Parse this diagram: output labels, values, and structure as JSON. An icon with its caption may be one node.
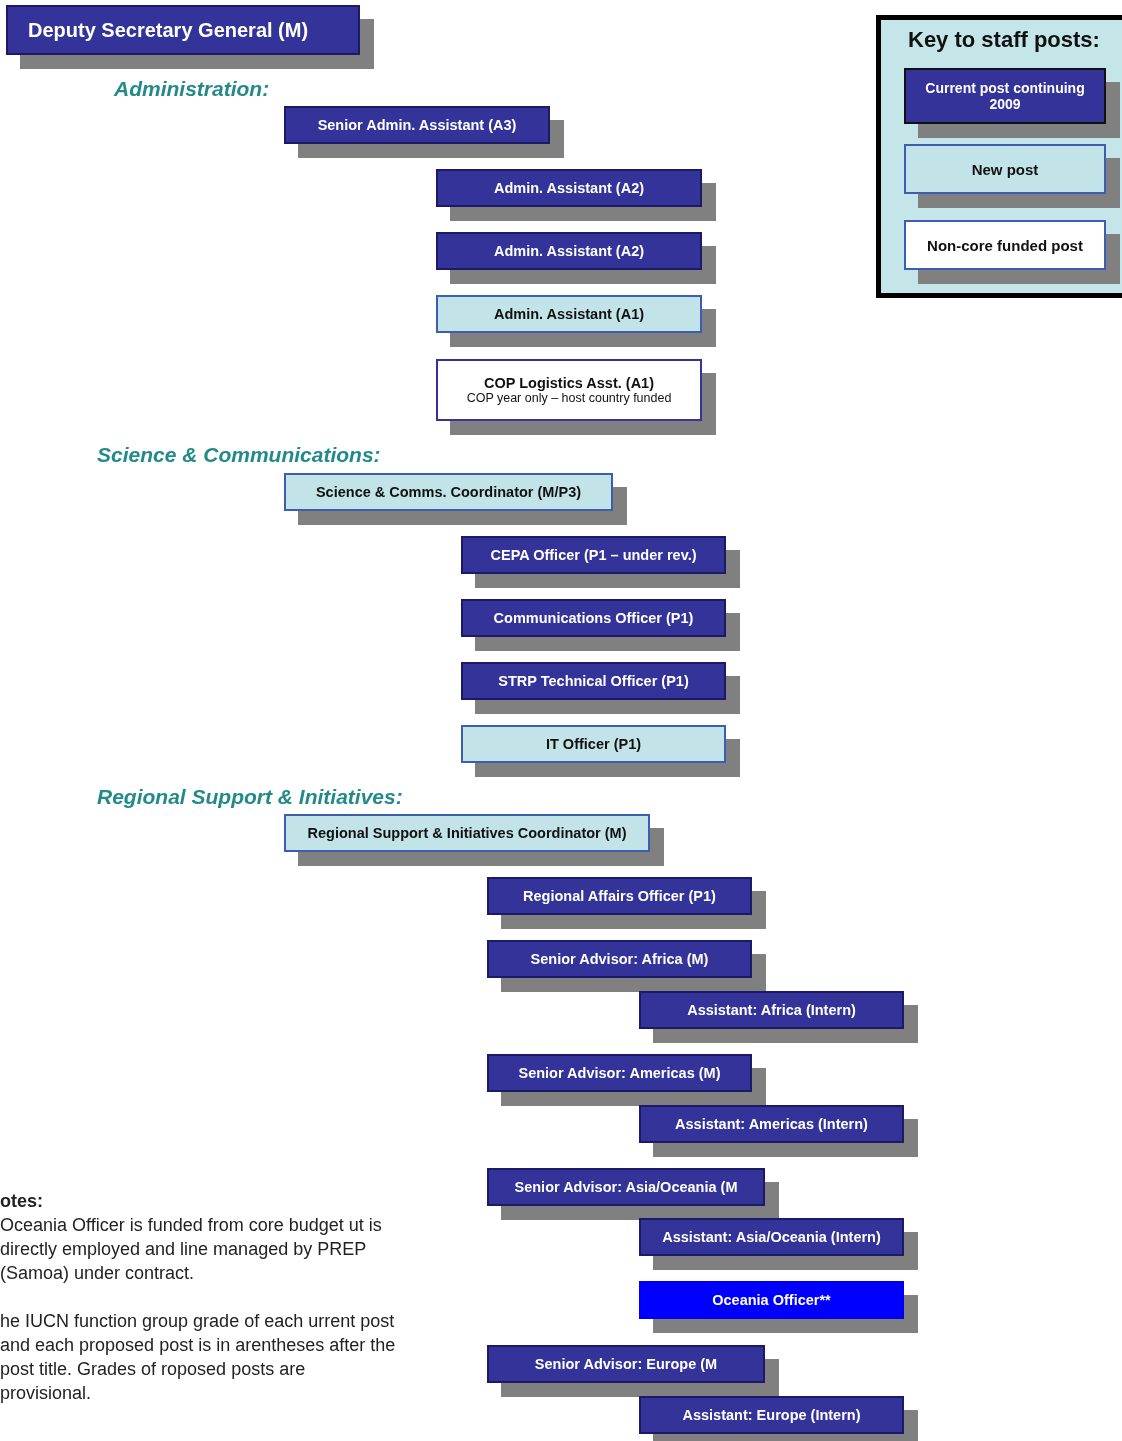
{
  "diagram": {
    "nodes": [
      {
        "text": [
          "Deputy Secretary General (M)"
        ]
      },
      {
        "text": [
          "Senior Admin. Assistant (A3)"
        ]
      },
      {
        "text": [
          "Admin. Assistant (A2)"
        ]
      },
      {
        "text": [
          "Admin. Assistant (A2)"
        ]
      },
      {
        "text": [
          "Admin. Assistant (A1)"
        ]
      },
      {
        "text": [
          "COP Logistics Asst. (A1)",
          "COP year  only – host country funded"
        ]
      },
      {
        "text": [
          "Science & Comms. Coordinator (M/P3)"
        ]
      },
      {
        "text": [
          "CEPA Officer (P1 – under rev.)"
        ]
      },
      {
        "text": [
          "Communications Officer (P1)"
        ]
      },
      {
        "text": [
          "STRP Technical Officer (P1)"
        ]
      },
      {
        "text": [
          "IT Officer (P1)"
        ]
      },
      {
        "text": [
          "Regional Support & Initiatives Coordinator (M)"
        ]
      },
      {
        "text": [
          "Regional Affairs Officer (P1)"
        ]
      },
      {
        "text": [
          "Senior Advisor: Africa (M)"
        ]
      },
      {
        "text": [
          "Assistant: Africa (Intern)"
        ]
      },
      {
        "text": [
          "Senior Advisor: Americas (M)"
        ]
      },
      {
        "text": [
          "Assistant: Americas (Intern)"
        ]
      },
      {
        "text": [
          "Senior Advisor: Asia/Oceania (M"
        ]
      },
      {
        "text": [
          "Assistant: Asia/Oceania (Intern)"
        ]
      },
      {
        "text": [
          "Oceania Officer**"
        ]
      },
      {
        "text": [
          "Senior Advisor: Europe (M"
        ]
      },
      {
        "text": [
          "Assistant: Europe (Intern)"
        ]
      }
    ],
    "labels": [
      "Key to staff posts:",
      "Administration:",
      "Science & Communications:",
      "Regional Support & Initiatives:",
      "otes:",
      "Oceania Officer is funded from core budget ut is directly employed and line managed by PREP (Samoa) under contract.",
      "he IUCN function group grade of each urrent post and each proposed post is in arentheses after the post title. Grades of roposed posts are provisional."
    ],
    "legend": [
      {
        "text": "Current post continuing 2009",
        "color": "#333399"
      },
      {
        "text": "New post",
        "color": "#c2e4e8"
      },
      {
        "text": "Non-core funded post",
        "color": "#ffffff"
      }
    ]
  }
}
